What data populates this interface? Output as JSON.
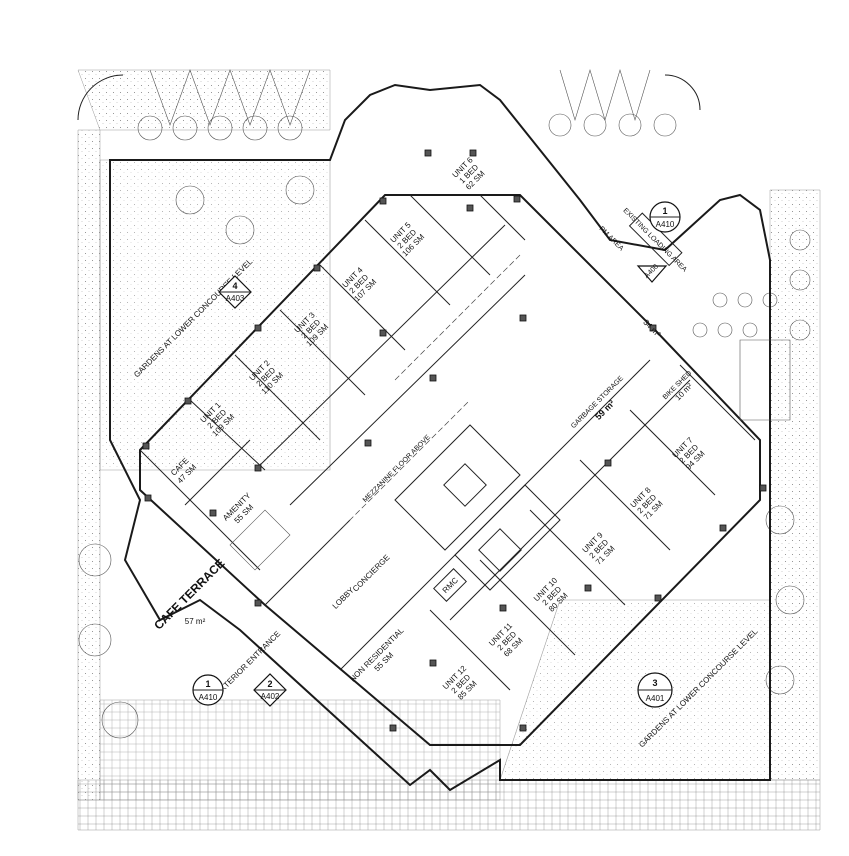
{
  "units": [
    {
      "name": "UNIT 1",
      "beds": "2 BED",
      "area": "109 SM"
    },
    {
      "name": "UNIT 2",
      "beds": "2 BED",
      "area": "110 SM"
    },
    {
      "name": "UNIT 3",
      "beds": "2 BED",
      "area": "109 SM"
    },
    {
      "name": "UNIT 4",
      "beds": "2 BED",
      "area": "107 SM"
    },
    {
      "name": "UNIT 5",
      "beds": "2 BED",
      "area": "106 SM"
    },
    {
      "name": "UNIT 6",
      "beds": "1 BED",
      "area": "62 SM"
    },
    {
      "name": "UNIT 7",
      "beds": "2 BED",
      "area": "94 SM"
    },
    {
      "name": "UNIT 8",
      "beds": "2 BED",
      "area": "71 SM"
    },
    {
      "name": "UNIT 9",
      "beds": "2 BED",
      "area": "71 SM"
    },
    {
      "name": "UNIT 10",
      "beds": "2 BED",
      "area": "80 SM"
    },
    {
      "name": "UNIT 11",
      "beds": "2 BED",
      "area": "68 SM"
    },
    {
      "name": "UNIT 12",
      "beds": "2 BED",
      "area": "85 SM"
    }
  ],
  "rooms": {
    "cafe": {
      "name": "CAFE",
      "area": "47 SM"
    },
    "amenity": {
      "name": "AMENITY",
      "area": "55 SM"
    },
    "non_residential": {
      "name": "NON RESIDENTIAL",
      "area": "55 SM"
    },
    "lobby": "LOBBY",
    "concierge": "CONCIERGE",
    "mezzanine": "MEZZANINE FLOOR ABOVE",
    "garbage": {
      "name": "GARBAGE STORAGE",
      "area": "59 m²"
    },
    "bike": {
      "name": "BIKE SHED",
      "area": "10 m²"
    },
    "pm_area": "PM AREA",
    "loading": {
      "name": "EXISTING LOADING AREA"
    },
    "cafe_terrace": {
      "name": "CAFE TERRACE",
      "area": "57 m²"
    },
    "exterior_entrance": "EXTERIOR ENTRANCE",
    "rmc": "RMC",
    "gardens_a": "GARDENS AT LOWER CONCOURSE LEVEL",
    "gardens_b": "GARDENS AT LOWER CONCOURSE LEVEL",
    "small_area": "34 m²"
  },
  "section_tags": [
    {
      "num": "4",
      "sheet": "A403"
    },
    {
      "num": "1",
      "sheet": "A410"
    },
    {
      "num": "2",
      "sheet": "A402"
    },
    {
      "num": "1",
      "sheet": "A410"
    },
    {
      "num": "3",
      "sheet": "A401"
    },
    {
      "num": "",
      "sheet": "A400"
    }
  ]
}
